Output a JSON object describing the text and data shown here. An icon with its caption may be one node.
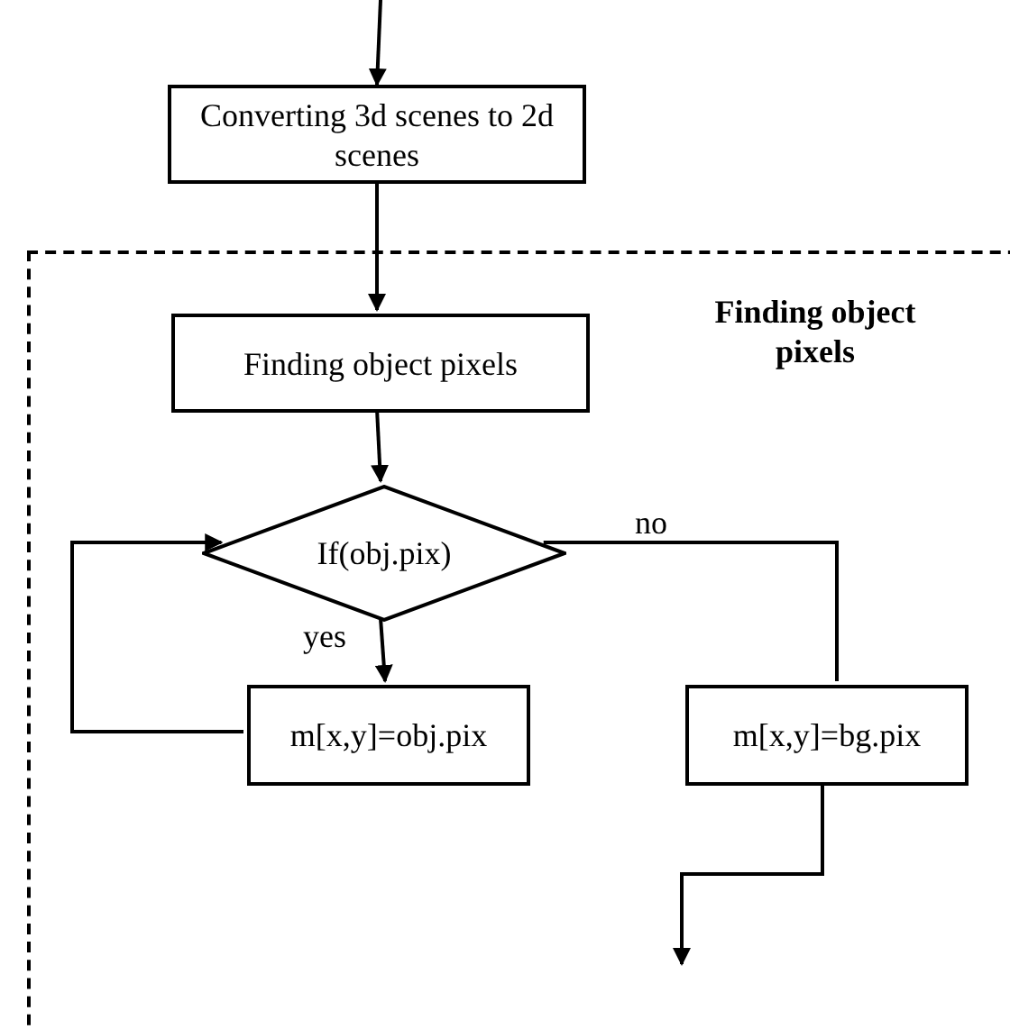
{
  "diagram": {
    "nodes": [
      {
        "text": [
          "Converting 3d scenes to 2d scenes"
        ]
      },
      {
        "text": [
          "Finding object pixels"
        ]
      },
      {
        "text": [
          "Finding object pixels"
        ],
        "in": 1
      },
      {
        "text": [
          "If(obj.pix)"
        ],
        "in": 1
      },
      {
        "text": [
          "m[x,y]=obj.pix"
        ],
        "in": 1
      },
      {
        "text": [
          "m[x,y]=bg.pix"
        ],
        "in": 1
      }
    ],
    "edges": [
      {
        "from": null,
        "to": 0,
        "arrow": "to"
      },
      {
        "from": 0,
        "to": 2,
        "arrow": "to"
      },
      {
        "from": 2,
        "to": 3,
        "arrow": "to"
      },
      {
        "from": 3,
        "to": 4,
        "arrow": "to",
        "label": "yes"
      },
      {
        "from": 4,
        "to": 3,
        "arrow": "to"
      },
      {
        "from": 3,
        "to": 5,
        "arrow": "none",
        "label": "no"
      },
      {
        "from": 5,
        "to": null,
        "arrow": "to"
      }
    ]
  }
}
